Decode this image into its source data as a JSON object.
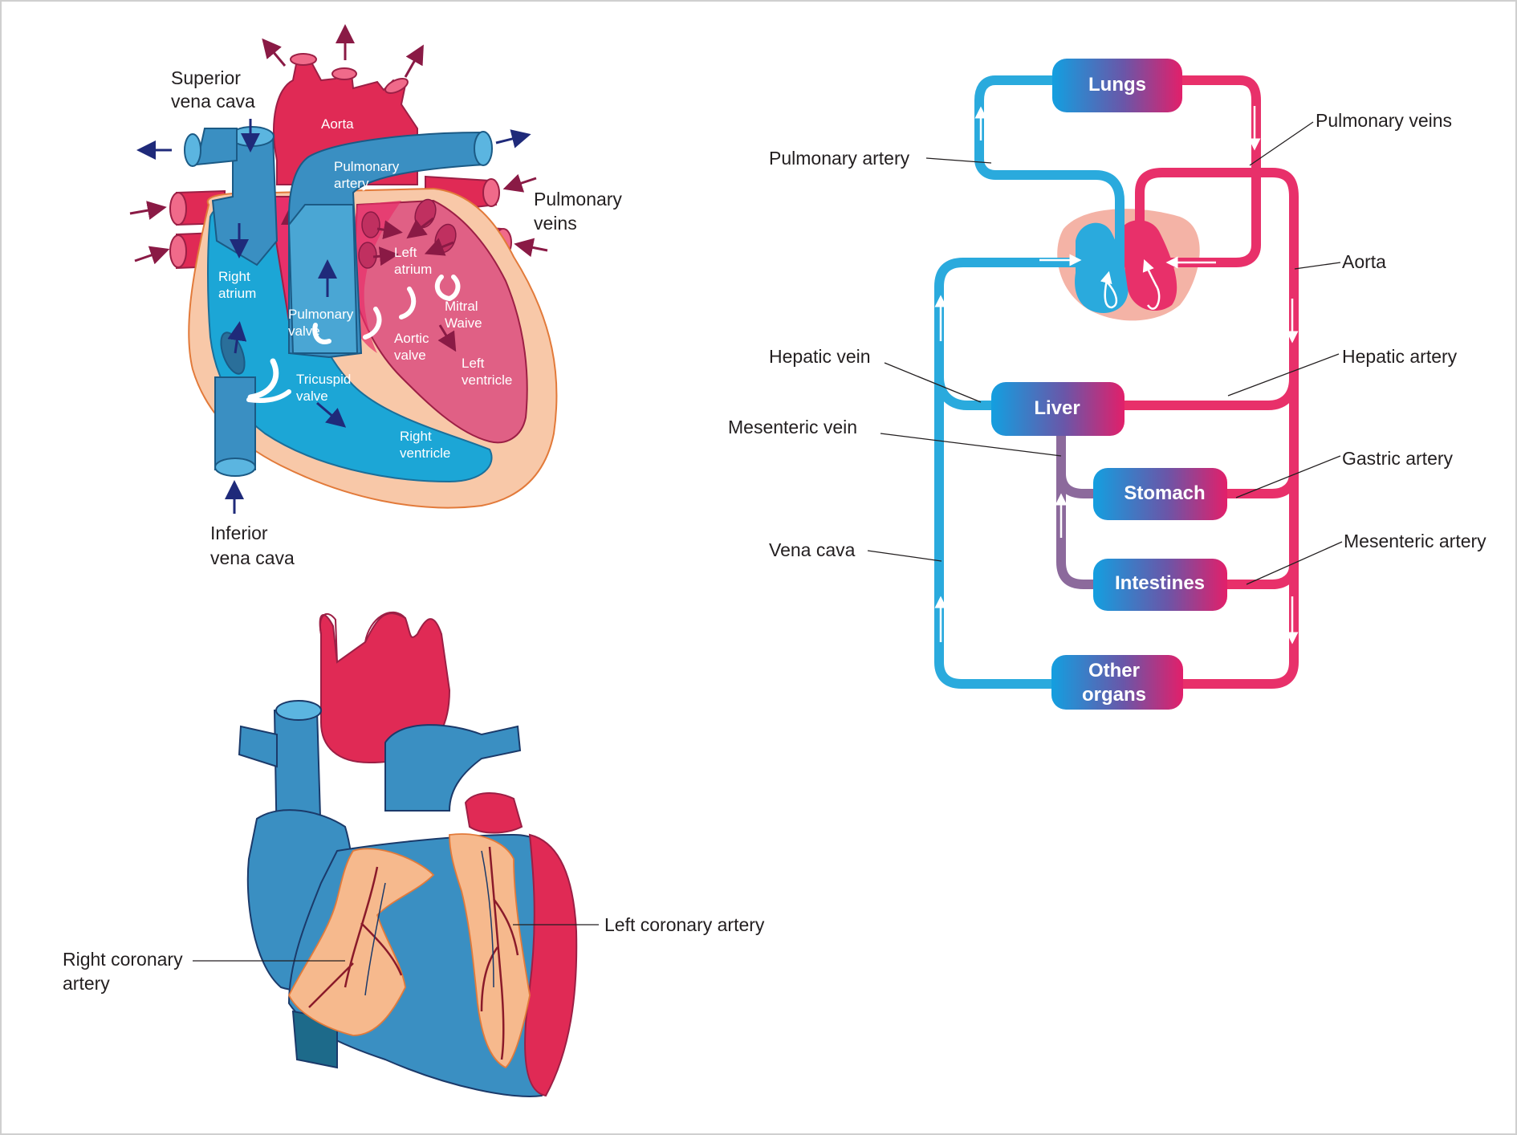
{
  "colors": {
    "vein_blue": "#2aaadd",
    "artery_red": "#e8306a",
    "mesenteric_purple": "#8c6a9c",
    "heart_light_blue": "#1ca6d6",
    "vessel_blue": "#3a8fc2",
    "myocardium": "#f8c8a8",
    "left_heart_pink": "#e06085",
    "artery_crimson": "#e02a55",
    "fat": "#f6b98d",
    "arrow_navy": "#1f2a7a",
    "arrow_maroon": "#8a1a45"
  },
  "heart_section": {
    "labels": {
      "superior_vena_cava": [
        "Superior",
        "vena cava"
      ],
      "inferior_vena_cava": [
        "Inferior",
        "vena cava"
      ],
      "pulmonary_veins": [
        "Pulmonary",
        "veins"
      ]
    },
    "inner": {
      "aorta": "Aorta",
      "pulmonary_artery": [
        "Pulmonary",
        "artery"
      ],
      "right_atrium": [
        "Right",
        "atrium"
      ],
      "left_atrium": [
        "Left",
        "atrium"
      ],
      "pulmonary_valve": [
        "Pulmonary",
        "valve"
      ],
      "mitral_valve": [
        "Mitral",
        "Waive"
      ],
      "aortic_valve": [
        "Aortic",
        "valve"
      ],
      "left_ventricle": [
        "Left",
        "ventricle"
      ],
      "tricuspid_valve": [
        "Tricuspid",
        "valve"
      ],
      "right_ventricle": [
        "Right",
        "ventricle"
      ]
    }
  },
  "heart_exterior": {
    "left_coronary_artery": "Left coronary artery",
    "right_coronary_artery": [
      "Right coronary",
      "artery"
    ]
  },
  "circulation": {
    "organs": {
      "lungs": "Lungs",
      "liver": "Liver",
      "stomach": "Stomach",
      "intestines": "Intestines",
      "other_organs": [
        "Other",
        "organs"
      ]
    },
    "labels": {
      "pulmonary_artery": "Pulmonary artery",
      "pulmonary_veins": "Pulmonary veins",
      "aorta": "Aorta",
      "hepatic_vein": "Hepatic vein",
      "hepatic_artery": "Hepatic artery",
      "mesenteric_vein": "Mesenteric vein",
      "gastric_artery": "Gastric artery",
      "vena_cava": "Vena cava",
      "mesenteric_artery": "Mesenteric artery"
    }
  }
}
